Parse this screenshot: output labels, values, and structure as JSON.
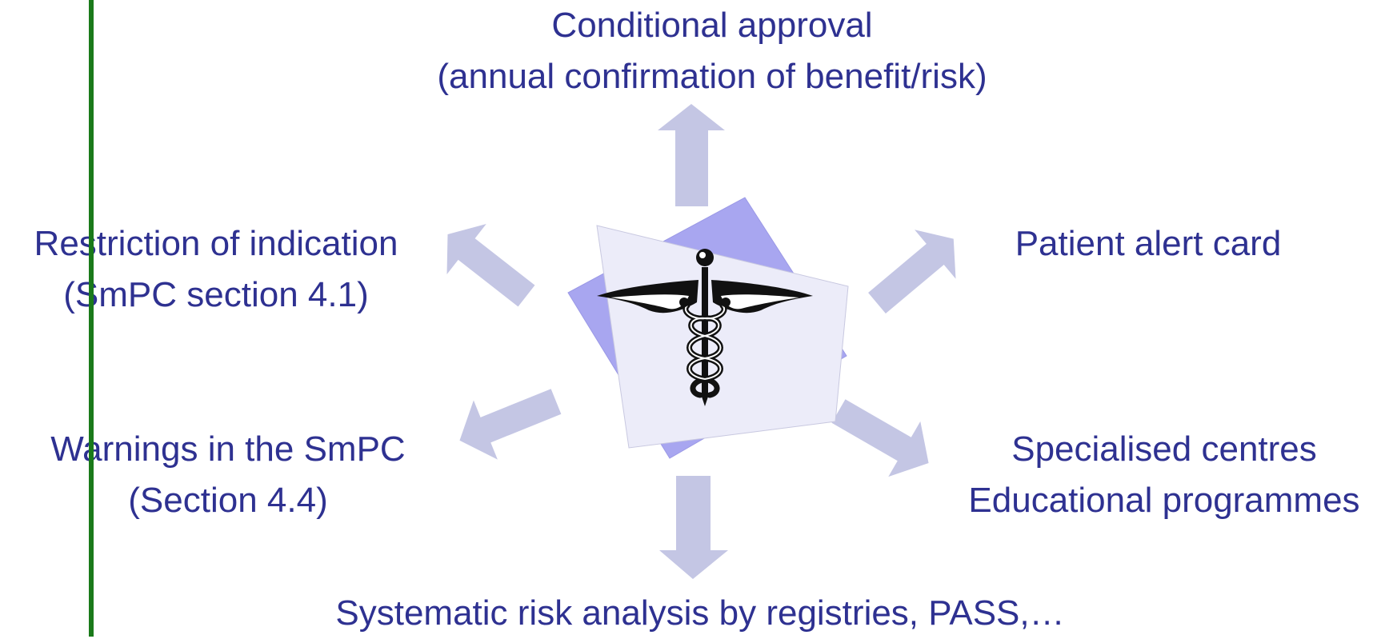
{
  "labels": {
    "top": [
      "Conditional approval",
      "(annual confirmation of benefit/risk)"
    ],
    "upper_left": [
      "Restriction of indication",
      "(SmPC section 4.1)"
    ],
    "upper_right": [
      "Patient alert card"
    ],
    "lower_left": [
      "Warnings in the SmPC",
      "(Section 4.4)"
    ],
    "lower_right": [
      "Specialised centres",
      "Educational programmes"
    ],
    "bottom": [
      "Systematic risk analysis by registries, PASS,…"
    ]
  },
  "colors": {
    "text": "#2e3191",
    "arrow": "#c4c6e4",
    "card_back": "#a8a6f0",
    "card_front": "#ececf9",
    "vertical_line": "#1a7a1a"
  },
  "center_icon": "caduceus-icon"
}
